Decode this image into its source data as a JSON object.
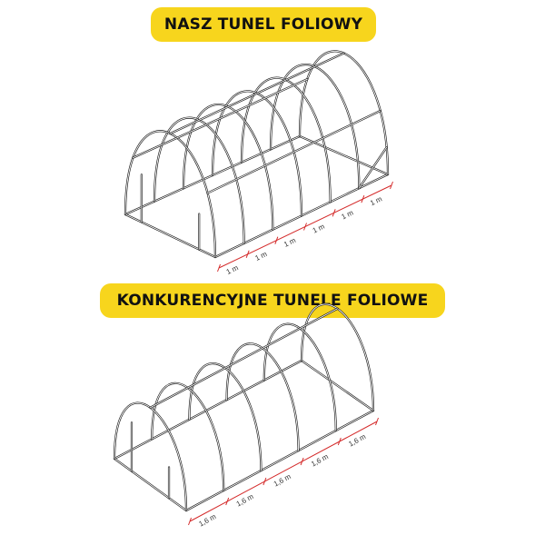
{
  "headings": {
    "ours": "NASZ TUNEL FOLIOWY",
    "competitors": "KONKURENCYJNE TUNELE FOLIOWE"
  },
  "top_tunnel": {
    "section_labels": [
      "1 m",
      "1 m",
      "1 m",
      "1 m",
      "1 m",
      "1 m"
    ]
  },
  "bottom_tunnel": {
    "section_labels": [
      "1,6 m",
      "1,6 m",
      "1,6 m",
      "1,6 m",
      "1,6 m"
    ]
  },
  "colors": {
    "badge": "#f7d51d",
    "frame": "#1a1a1a",
    "dimension": "#d42a2a"
  }
}
